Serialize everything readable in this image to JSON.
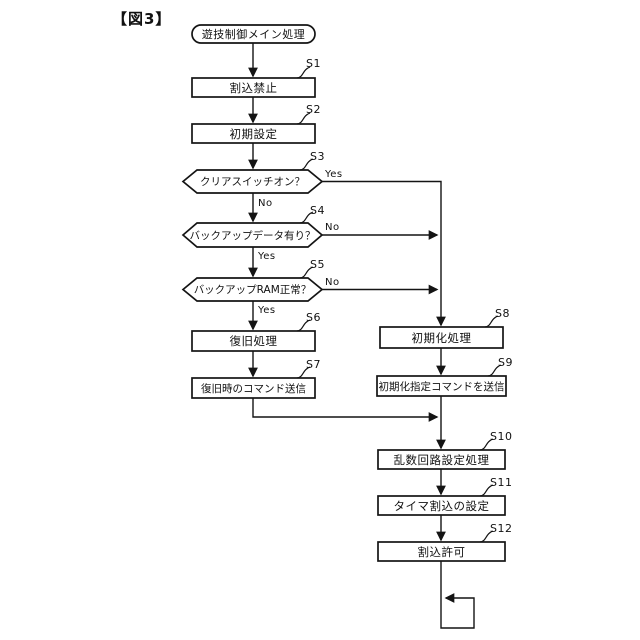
{
  "figure": {
    "tag": "【図3】"
  },
  "flowchart": {
    "start": {
      "label": "遊技制御メイン処理",
      "type": "terminator"
    },
    "steps": [
      {
        "id": "S1",
        "label": "割込禁止",
        "type": "process"
      },
      {
        "id": "S2",
        "label": "初期設定",
        "type": "process"
      },
      {
        "id": "S3",
        "label": "クリアスイッチオン？",
        "type": "decision"
      },
      {
        "id": "S4",
        "label": "バックアップデータ有り？",
        "type": "decision"
      },
      {
        "id": "S5",
        "label": "バックアップRAM正常？",
        "type": "decision"
      },
      {
        "id": "S6",
        "label": "復旧処理",
        "type": "process"
      },
      {
        "id": "S7",
        "label": "復旧時のコマンド送信",
        "type": "process"
      },
      {
        "id": "S8",
        "label": "初期化処理",
        "type": "process"
      },
      {
        "id": "S9",
        "label": "初期化指定コマンドを送信",
        "type": "process"
      },
      {
        "id": "S10",
        "label": "乱数回路設定処理",
        "type": "process"
      },
      {
        "id": "S11",
        "label": "タイマ割込の設定",
        "type": "process"
      },
      {
        "id": "S12",
        "label": "割込許可",
        "type": "process"
      }
    ],
    "branch_labels": {
      "yes": "Yes",
      "no": "No"
    },
    "line_color": "#141414"
  }
}
